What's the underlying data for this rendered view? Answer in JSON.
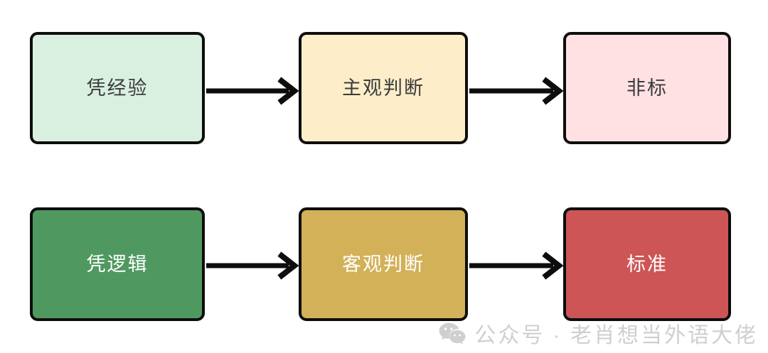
{
  "diagram": {
    "type": "two-row-flow",
    "rows": [
      {
        "row_name": "subjective-row",
        "text_color": "#3b3b3b",
        "nodes": [
          {
            "label": "凭经验",
            "fill": "#d9f0e0",
            "name": "node-experience"
          },
          {
            "label": "主观判断",
            "fill": "#fdeec9",
            "name": "node-subjective-judgment"
          },
          {
            "label": "非标",
            "fill": "#ffe1e3",
            "name": "node-non-standard"
          }
        ],
        "connectors": [
          {
            "label": "",
            "name": "arrow-experience-to-subjective"
          },
          {
            "label": "",
            "name": "arrow-subjective-to-nonstandard"
          }
        ]
      },
      {
        "row_name": "objective-row",
        "text_color": "#ffffff",
        "nodes": [
          {
            "label": "凭逻辑",
            "fill": "#4f9960",
            "name": "node-logic"
          },
          {
            "label": "客观判断",
            "fill": "#d3b158",
            "name": "node-objective-judgment"
          },
          {
            "label": "标准",
            "fill": "#cd5555",
            "name": "node-standard"
          }
        ],
        "connectors": [
          {
            "label": "",
            "name": "arrow-logic-to-objective"
          },
          {
            "label": "",
            "name": "arrow-objective-to-standard"
          }
        ]
      }
    ],
    "border_color": "#0d0d0d",
    "arrow_color": "#0d0d0d",
    "background": "#ffffff"
  },
  "watermark": {
    "icon": "wechat-icon",
    "text": "公众号 · 老肖想当外语大佬",
    "color": "#8e8e8e"
  }
}
